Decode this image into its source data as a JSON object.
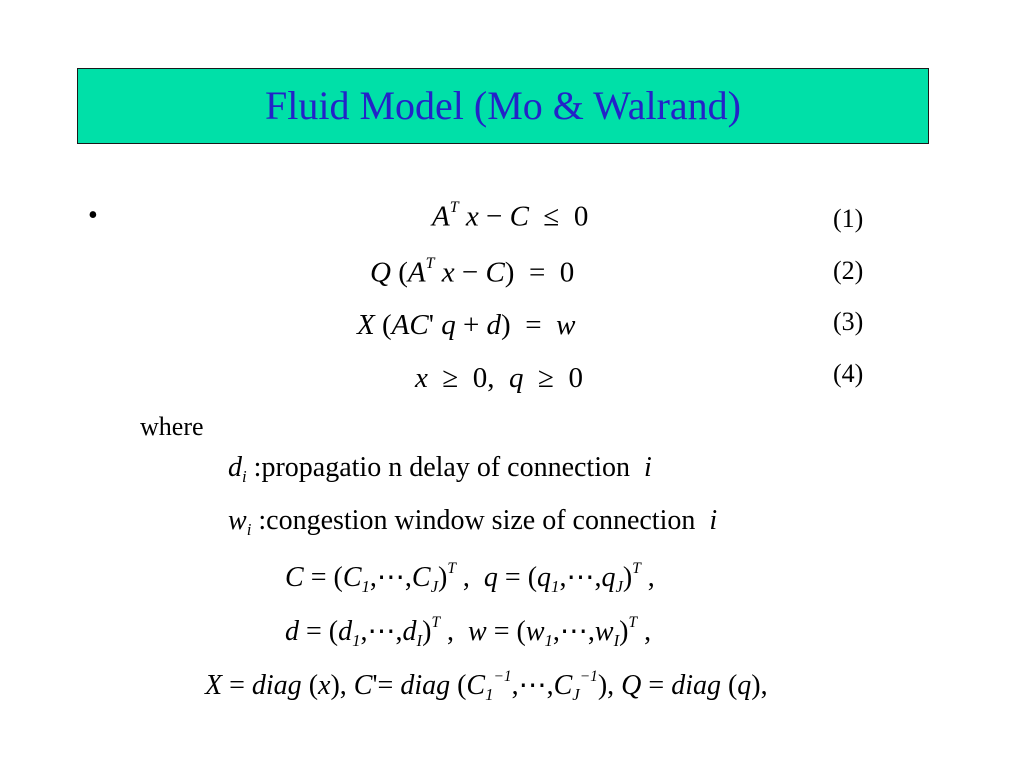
{
  "slide": {
    "title": "Fluid Model (Mo & Walrand)",
    "bullet": "•",
    "where_label": "where",
    "colors": {
      "title_background": "#00e0a8",
      "title_text": "#2323c8",
      "body_text": "#000000"
    }
  },
  "equations": [
    {
      "number": "(1)"
    },
    {
      "number": "(2)"
    },
    {
      "number": "(3)"
    },
    {
      "number": "(4)"
    }
  ],
  "definitions": {
    "d_text": ":propagatio n delay of connection",
    "w_text": ":congestion  window  size  of  connection"
  }
}
